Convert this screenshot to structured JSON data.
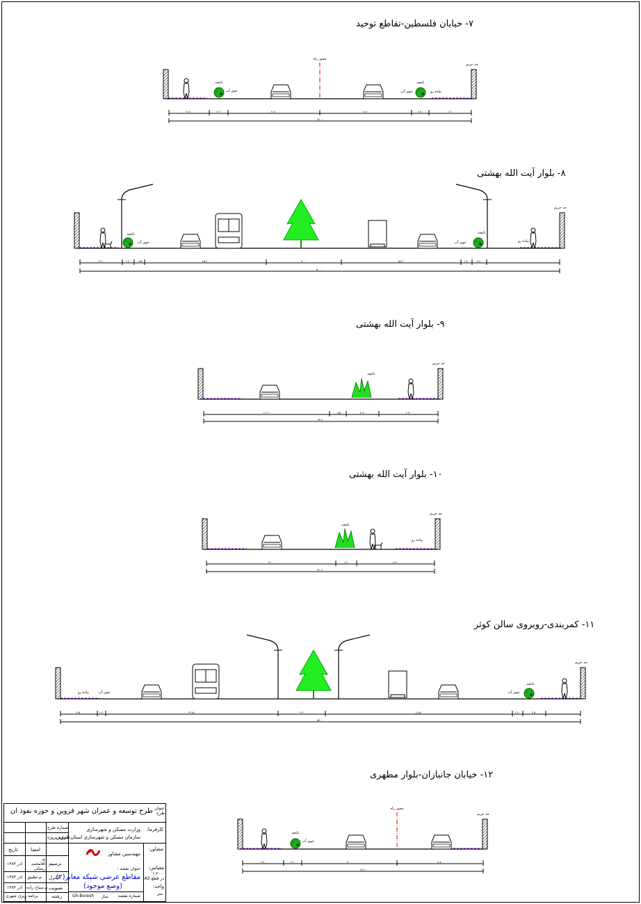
{
  "sections": [
    {
      "title": "۷- خیابان فلسطین-تقاطع توحید",
      "dims": [
        "۴.۸۰",
        "۱.۲۰",
        "۴.۸۰",
        "۷.۷۰",
        "۷.۷۰",
        "۱.۲۰",
        "۳.۶۰"
      ],
      "total": "۳۸.۰۰"
    },
    {
      "title": "۸- بلوار آیت الله بهشتی",
      "dims": [
        "۳.۶۰",
        "۱.۲۰",
        "۰.۷۵",
        "۱۵.۲۰",
        "۷.۰۰",
        "۱۵.۲۰",
        "۱.۲۰",
        "۶.۲۰"
      ],
      "total": "۵۰.۰۰"
    },
    {
      "title": "۹- بلوار آیت الله بهشتی",
      "dims": [
        "۱۱.۲۰",
        "۰.۸۵",
        "۴.۸۰",
        "۶.۴۰"
      ],
      "total": "۲۳.۴۰"
    },
    {
      "title": "۱۰- بلوار آیت الله بهشتی",
      "dims": [
        "۱۲.۰۰",
        "۱.۹۰",
        "۸.۷۰"
      ],
      "total": "۲۲.۶۰"
    },
    {
      "title": "۱۱- کمربندی-روبروی سالن کوثر",
      "dims": [
        "۳.۵۰",
        "۱.۲۰",
        "۲۴.۵۰",
        "۶.۷۰",
        "۱۸.۵۰",
        "۱.۲۰",
        "۳.۵۰"
      ],
      "total": "۵۹.۰۰"
    },
    {
      "title": "۱۲- خیابان جانبازان-بلوار مطهری",
      "dims": [
        "۲.۷۰",
        "۱.۲۰",
        "۸.۰۰",
        "۷.۷۰"
      ],
      "total": "۱۹.۶۰"
    }
  ],
  "labels": {
    "median": "محور راه",
    "edge": "حد حریم",
    "planter": "باغچه",
    "gutter": "جوی آب",
    "sidewalk": "پیاده رو"
  },
  "titleblock": {
    "project_label": "عنوان طرح",
    "project": "طرح توسعه و عمران شهر قزوین و حوزه نفوذ آن",
    "employer_label": "کارفرما:",
    "employer1": "وزارت مسکن و شهرسازی",
    "employer2": "سازمان مسکن و شهرسازی استان قزوین",
    "plan_no": "شماره طرح",
    "project_no": "شماره پروژه",
    "consultant_label": "مشاور:",
    "consultant": "مهندسین مشاور",
    "sheet_label": "عنوان نقشه :",
    "sheet1": "مقاطع عرضی شبکه معابر(۲)",
    "sheet2": "(وضع موجود)",
    "scale_label": "مقیاس:",
    "scale": "۱:۲۰۰",
    "paper": "در قطع A3",
    "unit_label": "واحد:",
    "unit": "متر",
    "number_label": "شماره نقشه:",
    "number": "Gh-Boresh",
    "sign": "امضا",
    "date": "تاریخ",
    "role1": "ترسیم",
    "role2": "کنترل",
    "role3": "تصویب",
    "name1": "م. آقامحمد رضائی",
    "name2": "م.تطبیق",
    "name3": "م.سیاح زاده",
    "date1": "آذر ۱۳۸۴",
    "date2": "آذر ۱۳۸۴",
    "date3": "آذر ۱۳۸۴",
    "dept": "برنامه ریزی شهری",
    "dept_label": "رشته",
    "code": "ساز"
  }
}
